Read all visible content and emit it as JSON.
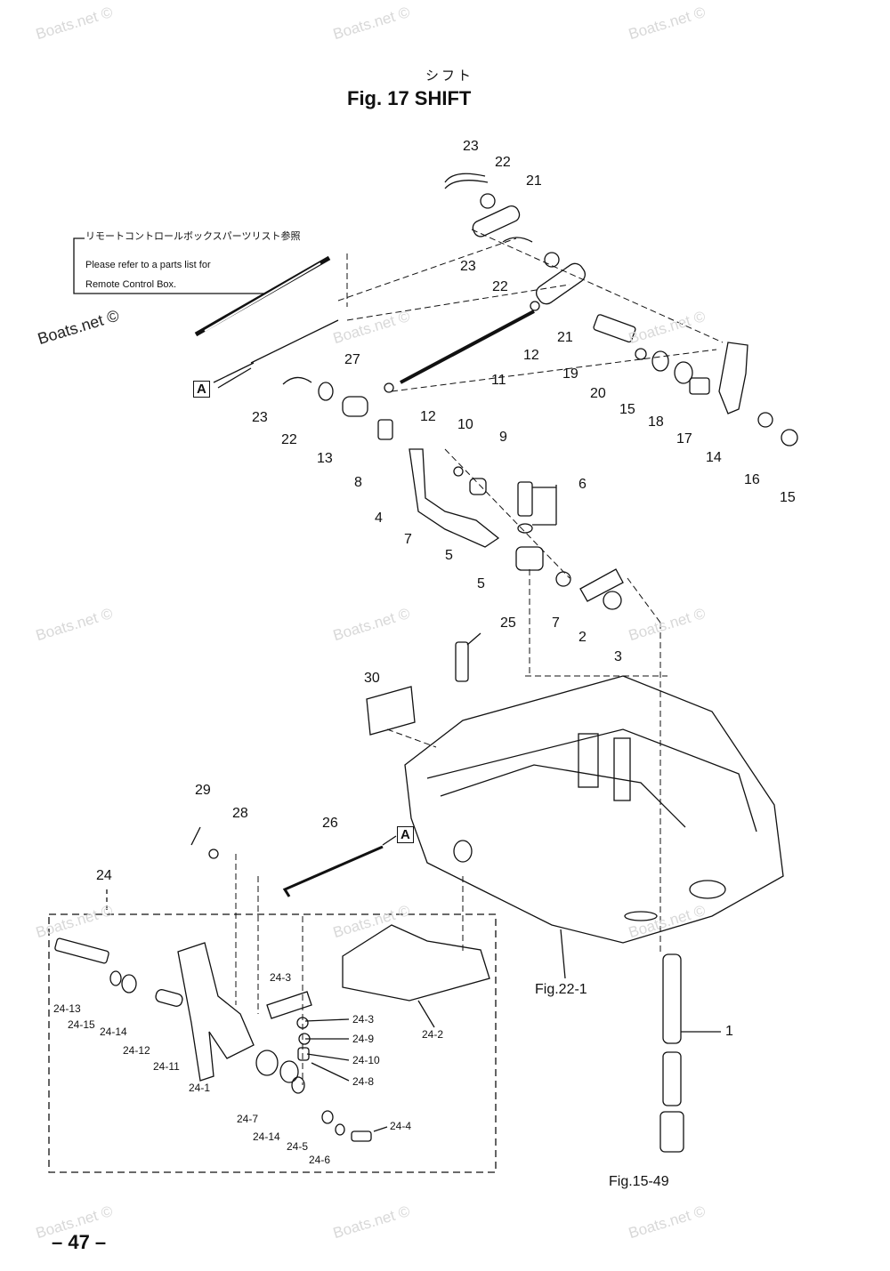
{
  "header": {
    "title_jp": "シフト",
    "title": "Fig. 17 SHIFT"
  },
  "watermark": "Boats.net ©",
  "note": {
    "jp": "リモートコントロールボックスパーツリスト参照",
    "line1": "Please refer to a parts list for",
    "line2": "Remote Control Box."
  },
  "callouts": [
    "23",
    "22",
    "21",
    "23",
    "22",
    "21",
    "12",
    "19",
    "27",
    "11",
    "20",
    "15",
    "18",
    "17",
    "14",
    "23",
    "22",
    "13",
    "12",
    "10",
    "9",
    "8",
    "4",
    "7",
    "5",
    "6",
    "16",
    "15",
    "5",
    "7",
    "2",
    "3",
    "25",
    "30",
    "29",
    "28",
    "26",
    "24",
    "1"
  ],
  "sub_callouts": [
    "24-3",
    "24-3",
    "24-9",
    "24-10",
    "24-8",
    "24-2",
    "24-13",
    "24-15",
    "24-14",
    "24-12",
    "24-11",
    "24-1",
    "24-7",
    "24-14",
    "24-5",
    "24-6",
    "24-4"
  ],
  "ref_a": "A",
  "figrefs": {
    "fig22": "Fig.22-1",
    "fig15": "Fig.15-49"
  },
  "page_number": "– 47 –"
}
